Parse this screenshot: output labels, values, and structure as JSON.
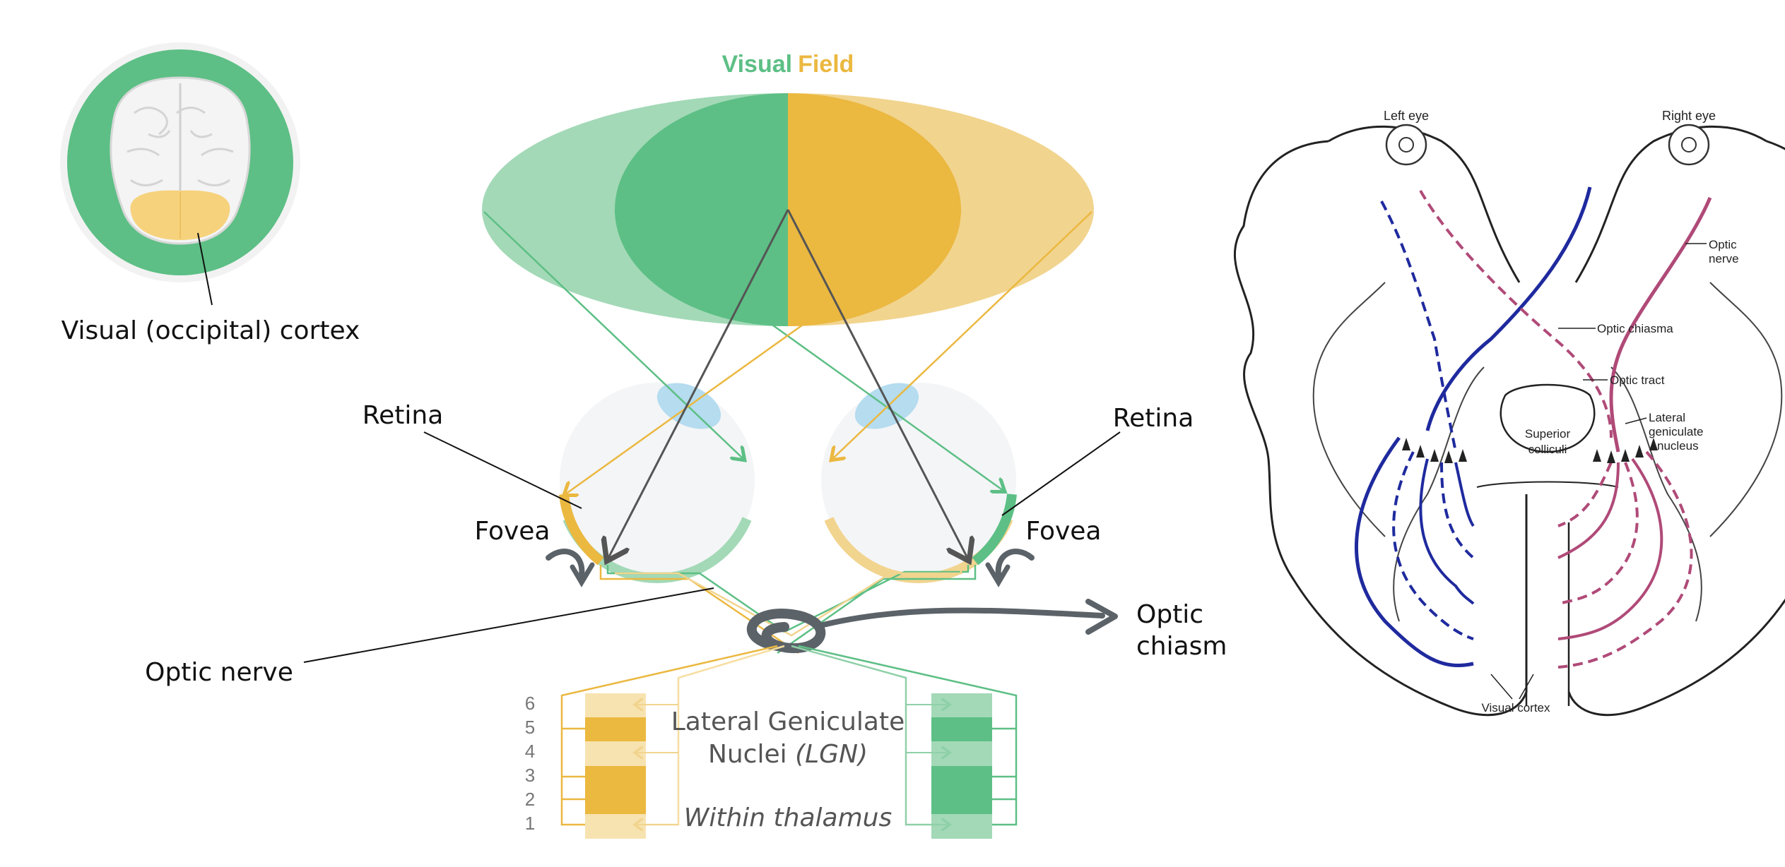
{
  "brain_inset": {
    "label": "Visual (occipital) cortex"
  },
  "visual_field": {
    "word1": "Visual",
    "word2": "Field"
  },
  "labels": {
    "retina_left": "Retina",
    "retina_right": "Retina",
    "fovea_left": "Fovea",
    "fovea_right": "Fovea",
    "optic_nerve": "Optic nerve",
    "optic_chiasm_line1": "Optic",
    "optic_chiasm_line2": "chiasm"
  },
  "lgn": {
    "title_line1": "Lateral Geniculate",
    "title_line2_a": "Nuclei ",
    "title_line2_b": "(LGN)",
    "subtitle": "Within thalamus",
    "layers": [
      "6",
      "5",
      "4",
      "3",
      "2",
      "1"
    ]
  },
  "anatomy": {
    "left_eye": "Left eye",
    "right_eye": "Right eye",
    "optic_nerve": "Optic",
    "optic_nerve_2": "nerve",
    "optic_chiasma": "Optic chiasma",
    "optic_tract": "Optic tract",
    "lgn_1": "Lateral",
    "lgn_2": "geniculate",
    "lgn_3": "nucleus",
    "superior_1": "Superior",
    "superior_2": "colliculi",
    "visual_cortex": "Visual cortex"
  },
  "colors": {
    "green": "#5dbf85",
    "green_light": "#a3d9b7",
    "orange": "#ebb840",
    "orange_light": "#f1d48e",
    "gray": "#5b6268",
    "blue_path": "#1f2a9e",
    "pink_path": "#b04a78"
  }
}
